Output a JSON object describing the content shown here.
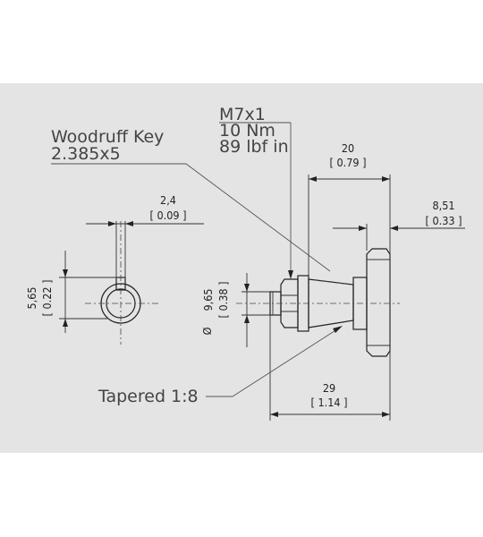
{
  "labels": {
    "woodruff_line1": "Woodruff Key",
    "woodruff_line2": "2.385x5",
    "thread": "M7x1",
    "torque_nm": "10 Nm",
    "torque_lbf": "89 lbf in",
    "tapered": "Tapered 1:8",
    "diameter_symbol": "Ø"
  },
  "dimensions": {
    "key_width": {
      "mm": "2,4",
      "inch": "[ 0.09 ]"
    },
    "key_height": {
      "mm": "5,65",
      "inch": "[ 0.22 ]"
    },
    "shaft_diameter": {
      "mm": "9,65",
      "inch": "[ 0.38 ]"
    },
    "length_20": {
      "mm": "20",
      "inch": "[ 0.79 ]"
    },
    "length_851": {
      "mm": "8,51",
      "inch": "[ 0.33 ]"
    },
    "length_29": {
      "mm": "29",
      "inch": "[ 1.14 ]"
    }
  },
  "colors": {
    "background": "#e4e4e4",
    "line": "#222222",
    "text": "#444444"
  }
}
